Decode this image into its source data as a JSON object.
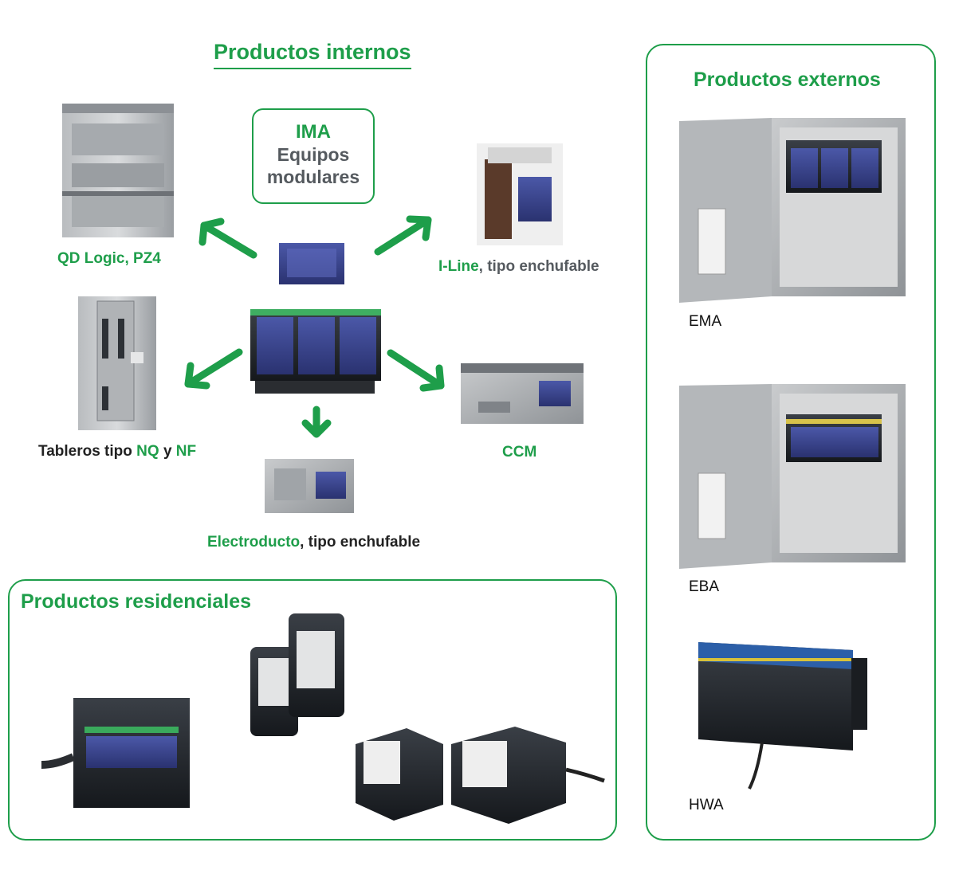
{
  "internal": {
    "title": "Productos internos",
    "center_box": {
      "line1": "IMA",
      "line2": "Equipos",
      "line3": "modulares"
    },
    "items": {
      "qd": {
        "text": "QD Logic, PZ4"
      },
      "iline": {
        "highlight": "I-Line",
        "rest": ", tipo enchufable"
      },
      "tableros": {
        "pre": "Tableros tipo ",
        "nq": "NQ",
        "y": " y ",
        "nf": "NF"
      },
      "ccm": {
        "text": "CCM"
      },
      "electro": {
        "highlight": "Electroducto",
        "rest": ", tipo enchufable"
      }
    }
  },
  "external": {
    "title": "Productos externos",
    "items": [
      "EMA",
      "EBA",
      "HWA"
    ]
  },
  "residential": {
    "title": "Productos residenciales"
  },
  "colors": {
    "accent": "#1e9e4a",
    "text_dark": "#222222",
    "text_grey": "#555a5f"
  }
}
